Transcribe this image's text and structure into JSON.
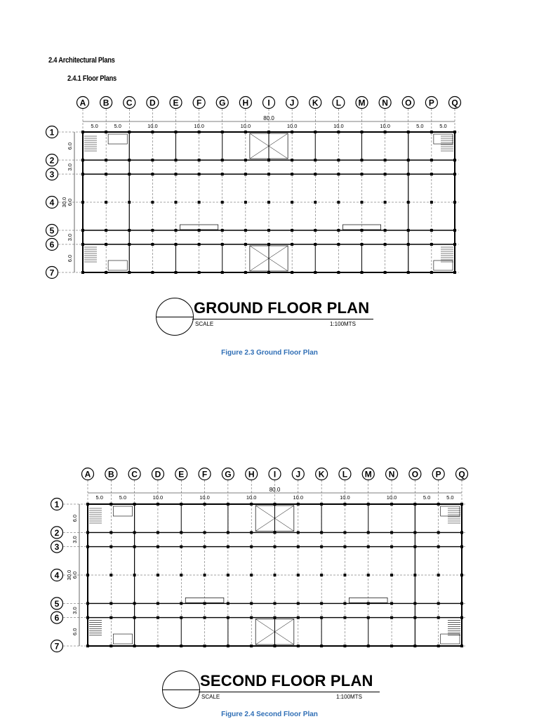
{
  "section_heading": "2.4 Architectural Plans",
  "subsection_heading": "2.4.1 Floor Plans",
  "column_labels": [
    "A",
    "B",
    "C",
    "D",
    "E",
    "F",
    "G",
    "H",
    "I",
    "J",
    "K",
    "L",
    "M",
    "N",
    "O",
    "P",
    "Q"
  ],
  "row_labels": [
    "1",
    "2",
    "3",
    "4",
    "5",
    "6",
    "7"
  ],
  "total_width_dim": "80.0",
  "bay_dims": [
    "5.0",
    "5.0",
    "10.0",
    "10.0",
    "10.0",
    "10.0",
    "10.0",
    "10.0",
    "5.0",
    "5.0"
  ],
  "row_dims": [
    "6.0",
    "3.0",
    "6.0",
    "3.0",
    "6.0"
  ],
  "middle_dim": "30.0",
  "plans": [
    {
      "title": "GROUND FLOOR PLAN",
      "scale_label": "SCALE",
      "scale_value": "1:100MTS",
      "caption": "Figure 2.3 Ground Floor Plan"
    },
    {
      "title": "SECOND FLOOR PLAN",
      "scale_label": "SCALE",
      "scale_value": "1:100MTS",
      "caption": "Figure 2.4 Second Floor Plan"
    }
  ]
}
